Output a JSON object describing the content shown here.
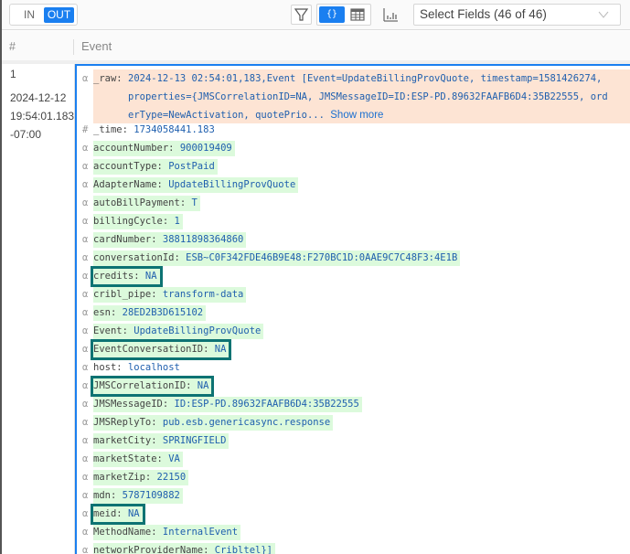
{
  "toolbar": {
    "in_label": "IN",
    "out_label": "OUT",
    "json_view_label": "{}",
    "select_fields_label": "Select Fields (46 of 46)",
    "icons": [
      "filter-icon",
      "json-view-icon",
      "table-view-icon",
      "bar-chart-icon",
      "chevron-down-icon"
    ]
  },
  "table": {
    "col_index": "#",
    "col_event": "Event"
  },
  "event": {
    "index": "1",
    "date": "2024-12-12",
    "time": "19:54:01.183",
    "tz": "-07:00",
    "raw": {
      "type": "α",
      "key": "_raw:",
      "line1": "2024-12-13 02:54:01,183,Event [Event=UpdateBillingProvQuote, timestamp=1581426274,",
      "line2": "properties={JMSCorrelationID=NA, JMSMessageID=ID:ESP-PD.89632FAAFB6D4:35B22555, ord",
      "line3": "erType=NewActivation, quotePrio...",
      "show_more": "Show more"
    },
    "fields": [
      {
        "type": "#",
        "key": "_time:",
        "value": "1734058441.183",
        "highlight": false,
        "bg": false
      },
      {
        "type": "α",
        "key": "accountNumber:",
        "value": "900019409",
        "highlight": false
      },
      {
        "type": "α",
        "key": "accountType:",
        "value": "PostPaid",
        "highlight": false
      },
      {
        "type": "α",
        "key": "AdapterName:",
        "value": "UpdateBillingProvQuote",
        "highlight": false
      },
      {
        "type": "α",
        "key": "autoBillPayment:",
        "value": "T",
        "highlight": false
      },
      {
        "type": "α",
        "key": "billingCycle:",
        "value": "1",
        "highlight": false
      },
      {
        "type": "α",
        "key": "cardNumber:",
        "value": "38811898364860",
        "highlight": false
      },
      {
        "type": "α",
        "key": "conversationId:",
        "value": "ESB~C0F342FDE46B9E48:F270BC1D:0AAE9C7C48F3:4E1B",
        "highlight": false
      },
      {
        "type": "α",
        "key": "credits:",
        "value": "NA",
        "highlight": true
      },
      {
        "type": "α",
        "key": "cribl_pipe:",
        "value": "transform-data",
        "highlight": false
      },
      {
        "type": "α",
        "key": "esn:",
        "value": "28ED2B3D615102",
        "highlight": false
      },
      {
        "type": "α",
        "key": "Event:",
        "value": "UpdateBillingProvQuote",
        "highlight": false
      },
      {
        "type": "α",
        "key": "EventConversationID:",
        "value": "NA",
        "highlight": true
      },
      {
        "type": "α",
        "key": "host:",
        "value": "localhost",
        "highlight": false,
        "bg": false
      },
      {
        "type": "α",
        "key": "JMSCorrelationID:",
        "value": "NA",
        "highlight": true
      },
      {
        "type": "α",
        "key": "JMSMessageID:",
        "value": "ID:ESP-PD.89632FAAFB6D4:35B22555",
        "highlight": false
      },
      {
        "type": "α",
        "key": "JMSReplyTo:",
        "value": "pub.esb.genericasync.response",
        "highlight": false
      },
      {
        "type": "α",
        "key": "marketCity:",
        "value": "SPRINGFIELD",
        "highlight": false
      },
      {
        "type": "α",
        "key": "marketState:",
        "value": "VA",
        "highlight": false
      },
      {
        "type": "α",
        "key": "marketZip:",
        "value": "22150",
        "highlight": false
      },
      {
        "type": "α",
        "key": "mdn:",
        "value": "5787109882",
        "highlight": false
      },
      {
        "type": "α",
        "key": "meid:",
        "value": "NA",
        "highlight": true
      },
      {
        "type": "α",
        "key": "MethodName:",
        "value": "InternalEvent",
        "highlight": false
      },
      {
        "type": "α",
        "key": "networkProviderName:",
        "value": "Cribltel}]",
        "highlight": false
      }
    ]
  },
  "colors": {
    "accent": "#1a7ff0",
    "added_field_bg": "#dcfadc",
    "raw_bg": "#fde4d4",
    "highlight_border": "#0d7373",
    "value_text": "#1f5fae"
  }
}
